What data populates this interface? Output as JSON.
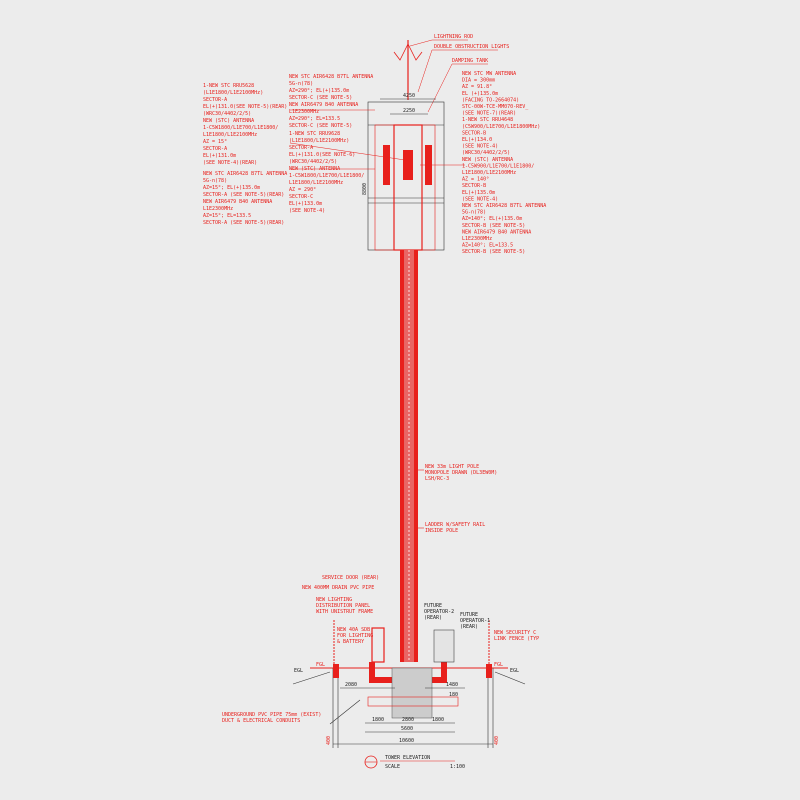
{
  "drawing": {
    "title": "TOWER ELEVATION",
    "scale_label": "SCALE",
    "scale_value": "1:100",
    "colors": {
      "accent": "#e8201c",
      "background": "#ececec",
      "linework": "#333333"
    }
  },
  "top_labels": {
    "lightning_rod": "LIGHTNING ROD",
    "obstruction_lights": "DOUBLE OBSTRUCTION LIGHTS",
    "damping_tank": "DAMPING TANK"
  },
  "blocks": {
    "left_upper": [
      "1-NEW STC RRU5628",
      "(L1E1800/L1E2100MHz)",
      "SECTOR-A",
      "EL(+)131.0(SEE NOTE-5)(REAR)",
      "(WRC30/4402/2/5)",
      "NEW (STC) ANTENNA",
      "1-C5W1800/L1E700/L1E1800/",
      "L1E1800/L1E2100MHz",
      "AZ = 15°",
      "SECTOR-A",
      "EL(+)131.0m",
      "(SEE NOTE-4)(REAR)"
    ],
    "left_lower": [
      "NEW STC AIR6428 B7TL ANTENNA",
      "5G-n(78)",
      "AZ=15°; EL(+)135.0m",
      "SECTOR-A (SEE NOTE-5)(REAR)",
      "NEW AIR6479 B40 ANTENNA",
      "L1E2300MHz",
      "AZ=15°; EL=133.5",
      "SECTOR-A (SEE NOTE-5)(REAR)"
    ],
    "mid_upper": [
      "NEW STC AIR6428 B7TL ANTENNA",
      "5G-n(78)",
      "AZ=290°; EL(+)135.0m",
      "SECTOR-C (SEE NOTE-5)",
      "NEW AIR6479 B40 ANTENNA",
      "L1E2300MHz",
      "AZ=290°; EL=133.5",
      "SECTOR-C (SEE NOTE-5)"
    ],
    "mid_middle": [
      "1-NEW STC RRU9628",
      "(L1E1800/L1E2100MHz)",
      "SECTOR-A",
      "EL(+)131.0(SEE NOTE-6)"
    ],
    "mid_lower": [
      "(WRC30/4402/2/5)",
      "NEW (STC) ANTENNA",
      "1-C5W1800/L1E700/L1E1800/",
      "L1E1800/L1E2100MHz",
      "AZ = 290°",
      "SECTOR-C",
      "EL(+)133.0m",
      "(SEE NOTE-4)"
    ],
    "right": [
      "NEW STC MW ANTENNA",
      "DIA = 300mm",
      "AZ = 91.8°",
      "EL (+)135.0m",
      "(FACING TO-2664074)",
      "STC-00W-TCE-MM070-REV_",
      "(SEE NOTE-7)(REAR)",
      "1-NEW STC RRU4648",
      "(C5W900/L1E700/L1E1800MHz)",
      "SECTOR-B",
      "EL(+)134.0",
      "(SEE NOTE-4)",
      "(WRC30/4402/2/5)",
      "NEW (STC) ANTENNA",
      "1-C5W900/L1E700/L1E1800/",
      "L1E1800/L1E2100MHz",
      "AZ = 140°",
      "SECTOR-B",
      "EL(+)135.0m",
      "(SEE NOTE-4)",
      "NEW STC AIR6428 B7TL ANTENNA",
      "5G-n(78)",
      "AZ=140°; EL(+)135.0m",
      "SECTOR-B (SEE NOTE-5)",
      "NEW AIR6479 B40 ANTENNA",
      "L1E2300MHz",
      "AZ=140°; EL=133.5",
      "SECTOR-B (SEE NOTE-5)"
    ],
    "pole": [
      "NEW 33m LIGHT POLE",
      "MONOPOLE DRAWN (DL3EW0M)",
      "LSH/RC-3"
    ],
    "ladder": [
      "LADDER W/SAFETY RAIL",
      "INSIDE POLE"
    ],
    "service_door": [
      "SERVICE DOOR (REAR)"
    ],
    "drain": [
      "NEW 400MM DRAIN PVC PIPE"
    ],
    "lighting_panel": [
      "NEW LIGHTING",
      "DISTRIBUTION PANEL",
      "WITH UNISTRUT FRAME"
    ],
    "sdb": [
      "NEW 40A SDB",
      "FOR LIGHTING",
      "& BATTERY"
    ],
    "fence": [
      "NEW SECURITY C",
      "LINK FENCE (TYP"
    ],
    "underground": [
      "UNDERGROUND PVC PIPE 75mm (EXIST)",
      "DUCT & ELECTRICAL CONDUITS"
    ],
    "future_2": [
      "FUTURE",
      "OPERATOR-2",
      "(REAR)"
    ],
    "future_1": [
      "FUTURE",
      "OPERATOR-1",
      "(REAR)"
    ]
  },
  "levels": {
    "fgl_left": "FGL",
    "fgl_right": "FGL",
    "egl_left": "EGL",
    "egl_right": "EGL"
  },
  "dimensions": {
    "top_width": "4250",
    "frame_width": "2250",
    "frame_height": "8800",
    "left_offset": "2080",
    "right_offset": "1480",
    "small": "180",
    "pad_a": "1800",
    "pad_b": "2800",
    "pad_c": "1800",
    "pad_total": "5600",
    "overall": "10600",
    "fence_left": "400",
    "fence_right": "400"
  }
}
